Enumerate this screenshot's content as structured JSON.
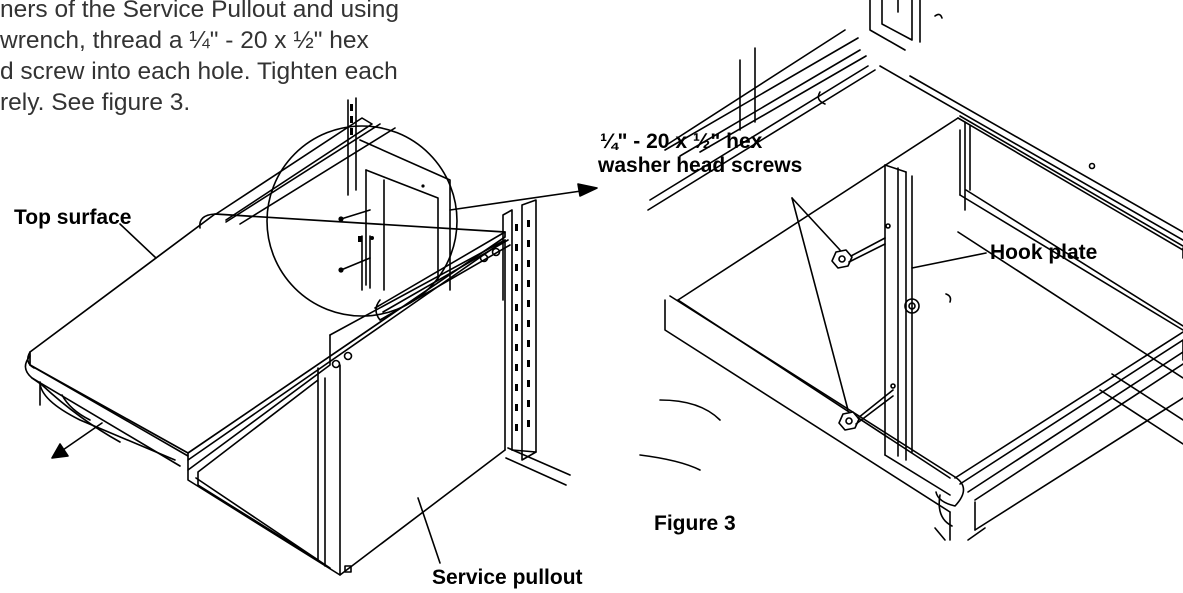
{
  "instructions": {
    "lines": [
      "ners of the Service Pullout and using",
      " wrench, thread a ¼\" - 20 x ½\" hex",
      "d screw into each hole. Tighten each",
      "rely. See figure 3."
    ]
  },
  "left_figure": {
    "label_top_surface": "Top surface",
    "label_service_pullout": "Service pullout"
  },
  "right_figure": {
    "label_screws_line1": "¼\" - 20 x ½\" hex",
    "label_screws_line2": "washer head screws",
    "label_hook_plate": "Hook plate",
    "figure_caption": "Figure 3"
  },
  "colors": {
    "ink": "#000000",
    "body_text": "#333333",
    "background": "#ffffff"
  }
}
